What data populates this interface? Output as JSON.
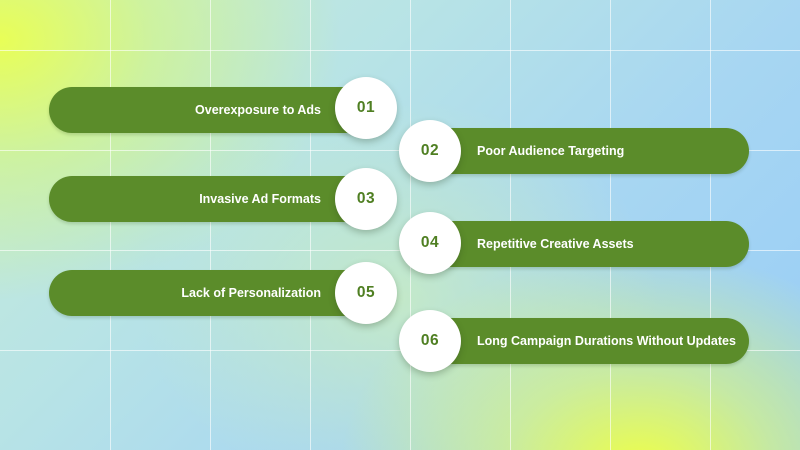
{
  "items": [
    {
      "number": "01",
      "label": "Overexposure to Ads"
    },
    {
      "number": "02",
      "label": "Poor Audience Targeting"
    },
    {
      "number": "03",
      "label": "Invasive Ad Formats"
    },
    {
      "number": "04",
      "label": "Repetitive Creative Assets"
    },
    {
      "number": "05",
      "label": "Lack of Personalization"
    },
    {
      "number": "06",
      "label": "Long Campaign Durations Without Updates"
    }
  ],
  "colors": {
    "pill": "#5b8c2a",
    "badge_bg": "#ffffff",
    "badge_text": "#4f7f22",
    "label_text": "#ffffff"
  }
}
